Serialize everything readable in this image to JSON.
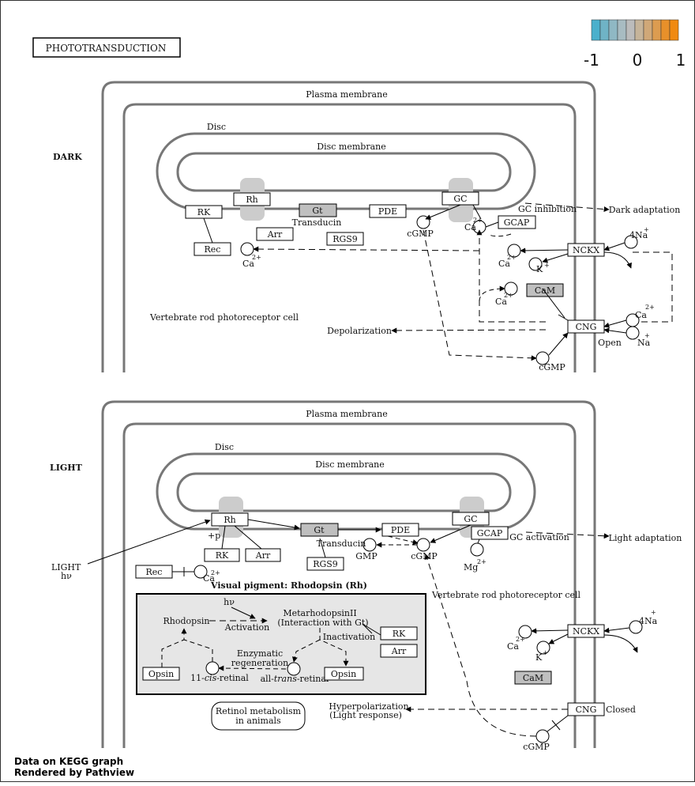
{
  "title": "PHOTOTRANSDUCTION",
  "legend": {
    "colors": [
      "#4bb0cc",
      "#6fb3c6",
      "#8fb8c4",
      "#a8bcc2",
      "#bcbcbc",
      "#c6b49a",
      "#d0a878",
      "#dc9c50",
      "#e8902a",
      "#f08a10"
    ],
    "ticks": [
      "-1",
      "0",
      "1"
    ]
  },
  "footer": {
    "line1": "Data on KEGG graph",
    "line2": "Rendered by Pathview"
  },
  "dark": {
    "section_label": "DARK",
    "plasma_membrane": "Plasma membrane",
    "disc": "Disc",
    "disc_membrane": "Disc membrane",
    "cell_label": "Vertebrate rod photoreceptor cell",
    "genes": {
      "rk": "RK",
      "rh": "Rh",
      "gt": "Gt",
      "pde": "PDE",
      "gc": "GC",
      "gcap": "GCAP",
      "arr": "Arr",
      "rgs9": "RGS9",
      "rec": "Rec",
      "ncx": "NCKX",
      "cam": "CaM",
      "cng": "CNG"
    },
    "labels": {
      "transducin": "Transducin",
      "cgmp_top": "cGMP",
      "cgmp_bottom": "cGMP",
      "gc_inhibition": "GC inhibition",
      "dark_adaptation": "Dark adaptation",
      "depolarization": "Depolarization",
      "open": "Open",
      "ca": "Ca",
      "k": "K",
      "na": "Na",
      "na4": "4Na",
      "two_plus": "2+",
      "plus": "+"
    }
  },
  "light": {
    "section_label": "LIGHT",
    "plasma_membrane": "Plasma membrane",
    "disc": "Disc",
    "disc_membrane": "Disc membrane",
    "cell_label": "Vertebrate rod photoreceptor cell",
    "genes": {
      "rh": "Rh",
      "gt": "Gt",
      "pde": "PDE",
      "gc": "GC",
      "gcap": "GCAP",
      "rk": "RK",
      "arr": "Arr",
      "rgs9": "RGS9",
      "rec": "Rec",
      "ncx": "NCKX",
      "cam": "CaM",
      "cng": "CNG",
      "box_rk": "RK",
      "box_arr": "Arr",
      "opsin1": "Opsin",
      "opsin2": "Opsin"
    },
    "labels": {
      "light": "LIGHT",
      "hv": "hν",
      "p": "+p",
      "transducin": "Transducin",
      "gmp": "GMP",
      "cgmp": "cGMP",
      "cgmp_bottom": "cGMP",
      "mg": "Mg",
      "gc_activation": "GC activation",
      "light_adaptation": "Light adaptation",
      "hyperpolarization": "Hyperpolarization",
      "light_response": "(Light response)",
      "closed": "Closed",
      "ca": "Ca",
      "k": "K",
      "na4": "4Na",
      "two_plus": "2+",
      "plus": "+",
      "retinol1": "Retinol metabolism",
      "retinol2": "in animals"
    },
    "pigment": {
      "title": "Visual pigment: Rhodopsin (Rh)",
      "hv": "hν",
      "rhodopsin": "Rhodopsin",
      "activation": "Activation",
      "metarhodopsin": "MetarhodopsinII",
      "interaction": "(Interaction with Gt)",
      "inactivation": "Inactivation",
      "enzymatic": "Enzymatic",
      "regeneration": "regeneration",
      "cis_pre": "11-",
      "cis_it": "cis",
      "cis_post": "-retinal",
      "trans_pre": "all-",
      "trans_it": "trans",
      "trans_post": "-retinal"
    }
  }
}
